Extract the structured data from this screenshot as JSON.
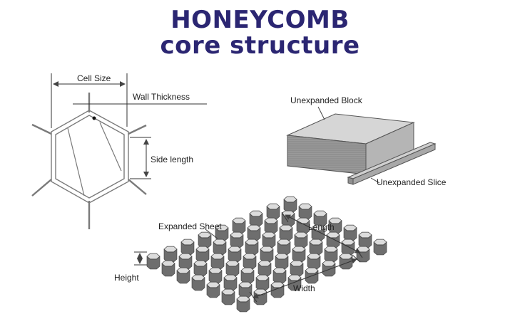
{
  "title": {
    "line1": "HONEYCOMB",
    "line2": "core structure"
  },
  "colors": {
    "title": "#2b2672",
    "line": "#555555",
    "block_side": "#8e8e8e",
    "block_top": "#d6d6d6",
    "cell_top": "#dcdcdc",
    "cell_side": "#6e6e6e"
  },
  "labels": {
    "cell_size": "Cell Size",
    "wall_thickness": "Wall Thickness",
    "side_length": "Side length",
    "unexpanded_block": "Unexpanded Block",
    "unexpanded_slice": "Unexpanded Slice",
    "expanded_sheet": "Expanded Sheet",
    "length": "Length",
    "width": "Width",
    "height": "Height"
  }
}
